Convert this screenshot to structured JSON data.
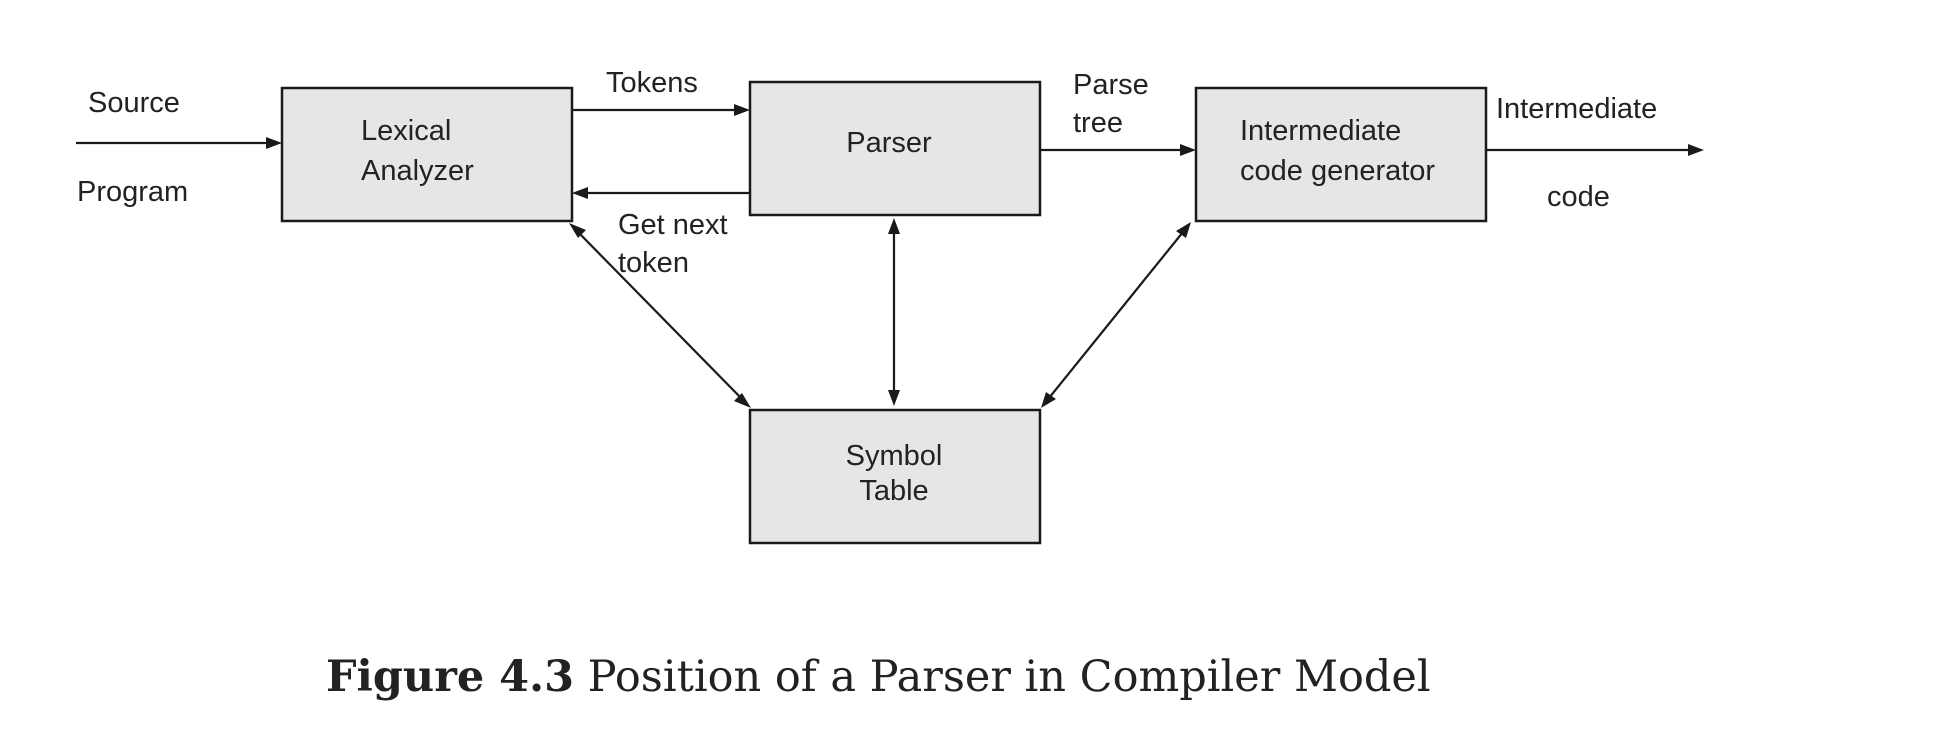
{
  "nodes": {
    "lexical": {
      "line1": "Lexical",
      "line2": "Analyzer"
    },
    "parser": {
      "label": "Parser"
    },
    "icg": {
      "line1": "Intermediate",
      "line2": "code generator"
    },
    "symbol": {
      "line1": "Symbol",
      "line2": "Table"
    }
  },
  "edges": {
    "source": {
      "line1": "Source",
      "line2": "Program"
    },
    "tokens": "Tokens",
    "get_next": {
      "line1": "Get next",
      "line2": "token"
    },
    "parse_tree": {
      "line1": "Parse",
      "line2": "tree"
    },
    "intermediate": {
      "line1": "Intermediate",
      "line2": "code"
    }
  },
  "caption": {
    "number": "Figure 4.3",
    "text": "Position of a Parser in Compiler Model"
  }
}
